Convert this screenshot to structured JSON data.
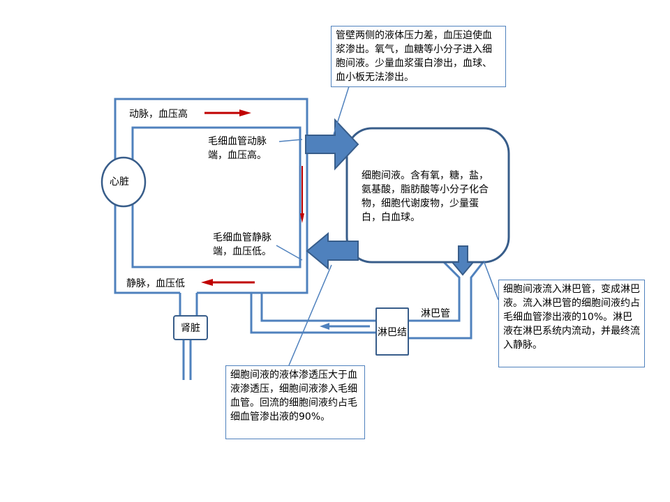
{
  "labels": {
    "artery": "动脉，血压高",
    "vein": "静脉，血压低",
    "heart": "心脏",
    "kidney": "肾脏",
    "lymph_node": "淋巴结",
    "lymph_vessel": "淋巴管",
    "capillary_arterial_end": "毛细血管动脉端，血压高。",
    "capillary_venous_end": "毛细血管静脉端，血压低。"
  },
  "interstitial_fluid": "细胞间液。含有氧，糖，盐，氨基酸，脂肪酸等小分子化合物，细胞代谢废物，少量蛋白，白血球。",
  "callouts": {
    "filtration": "管壁两侧的液体压力差，血压迫使血浆渗出。氧气，血糖等小分子进入细胞间液。少量血浆蛋白渗出，血球、血小板无法渗出。",
    "reabsorption": "细胞间液的液体渗透压大于血液渗透压，细胞间液渗入毛细血管。回流的细胞间液约占毛细血管渗出液的90%。",
    "lymph": "细胞间液流入淋巴管，变成淋巴液。流入淋巴管的细胞间液约占毛细血管渗出液的10%。淋巴液在淋巴系统内流动，并最终流入静脉。"
  },
  "colors": {
    "vessel": "#4f81bd",
    "arrow_red": "#c00000",
    "arrow_blue_fill": "#4f81bd",
    "arrow_blue_stroke": "#385d8a"
  }
}
